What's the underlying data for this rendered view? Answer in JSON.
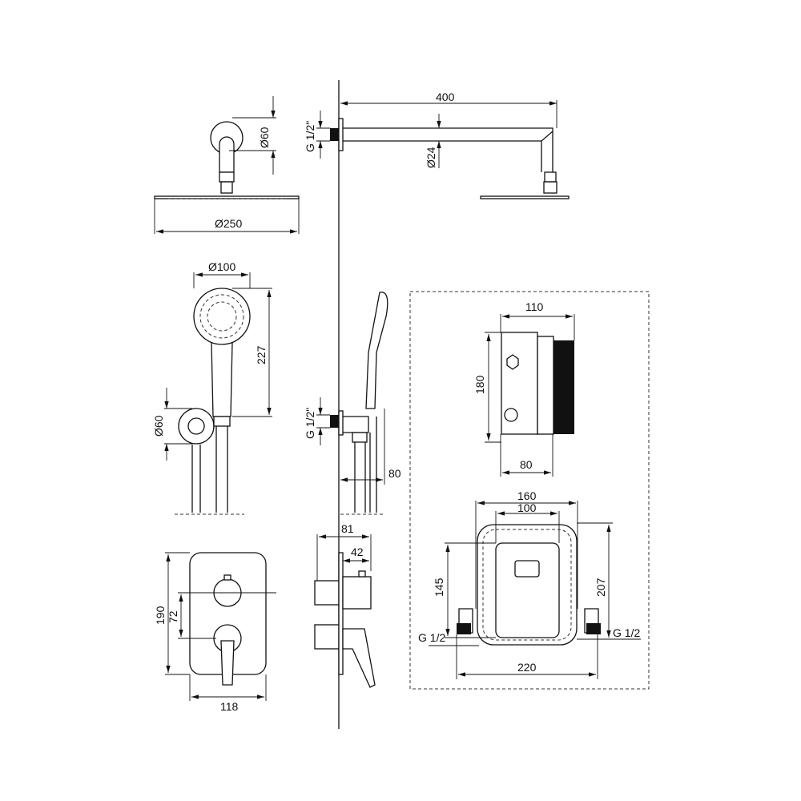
{
  "dimensions": {
    "arm_length": "400",
    "wall_flange_diameter": "Ø60",
    "arm_thread": "G 1/2\"",
    "arm_diameter": "Ø24",
    "head_diameter": "Ø250",
    "hand_shower_diameter": "Ø100",
    "hand_shower_length": "227",
    "holder_diameter": "Ø60",
    "holder_thread": "G 1/2\"",
    "holder_projection": "80",
    "box_width": "110",
    "box_height": "180",
    "box_depth": "80",
    "frame_width": "160",
    "inner_width": "100",
    "inner_height": "145",
    "frame_height": "207",
    "inlet_left": "G 1/2",
    "inlet_right": "G 1/2",
    "inlet_span": "220",
    "mixer_projection": "81",
    "handle_projection": "42",
    "plate_height": "190",
    "handle_spacing": "72",
    "plate_width": "118"
  }
}
